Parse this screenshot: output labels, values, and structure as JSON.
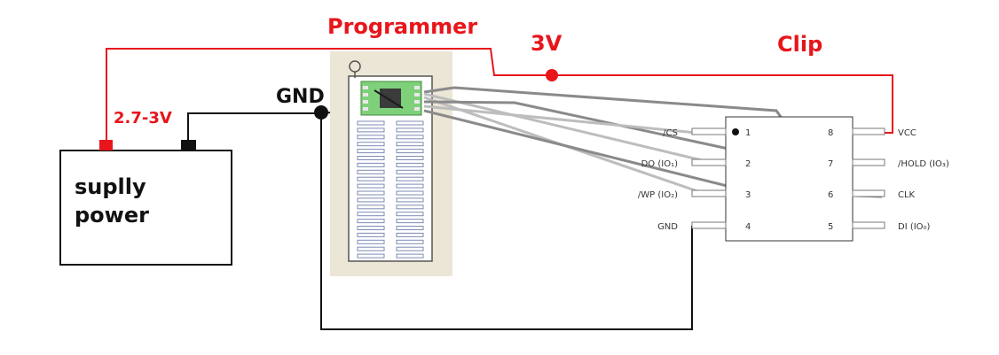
{
  "labels": {
    "programmer": "Programmer",
    "voltage_3v": "3V",
    "clip": "Clip",
    "gnd": "GND",
    "supply_voltage": "2.7-3V",
    "supply_line1": "suplly",
    "supply_line2": "power"
  },
  "chip": {
    "left_pins": [
      {
        "num": "1",
        "label": "/CS"
      },
      {
        "num": "2",
        "label": "DO (IO₁)"
      },
      {
        "num": "3",
        "label": "/WP (IO₂)"
      },
      {
        "num": "4",
        "label": "GND"
      }
    ],
    "right_pins": [
      {
        "num": "8",
        "label": "VCC"
      },
      {
        "num": "7",
        "label": "/HOLD (IO₃)"
      },
      {
        "num": "6",
        "label": "CLK"
      },
      {
        "num": "5",
        "label": "DI (IO₀)"
      }
    ]
  },
  "colors": {
    "power_wire": "#e8151b",
    "ground_wire": "#111111",
    "signal_wire": "#8a8a8a",
    "signal_wire_light": "#bdbdbd",
    "socket_bg": "#ece6d6",
    "adapter_board": "#7fd07a"
  }
}
